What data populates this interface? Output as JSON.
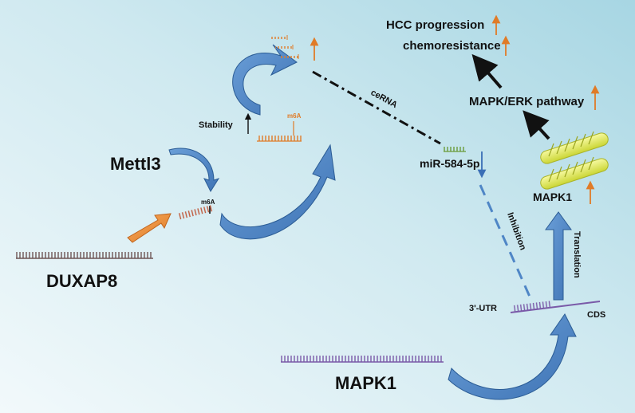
{
  "labels": {
    "hcc_progression": "HCC progression",
    "chemoresistance": "chemoresistance",
    "mapk_erk_pathway": "MAPK/ERK pathway",
    "cerna": "ceRNA",
    "stability": "Stability",
    "m6a_top": "m6A",
    "m6a_mid": "m6A",
    "mettl3": "Mettl3",
    "mir": "miR-584-5p",
    "inhibition": "Inhibition",
    "translation": "Translation",
    "mapk1_protein": "MAPK1",
    "duxap8": "DUXAP8",
    "utr": "3'-UTR",
    "cds": "CDS",
    "mapk1_mrna": "MAPK1"
  },
  "colors": {
    "background_light": "#eaf5f8",
    "background_dark": "#a9d8e4",
    "arrow_blue": "#4f86c6",
    "arrow_blue_dark": "#2b5c95",
    "up_arrow_orange": "#e07b27",
    "orange_arrow": "#f0903a",
    "duxap8_rna": "#7d5f5f",
    "m6a_rna": "#c55a3a",
    "mirna_green": "#6a9b3a",
    "mapk1_mrna": "#7a5aa8",
    "protein_yellow": "#e7ef5a",
    "down_arrow_blue": "#3b6fb6"
  },
  "icons": [
    "up-arrow-icon",
    "down-arrow-icon",
    "curved-arrow-icon",
    "helix-protein-icon",
    "rna-strand-icon"
  ]
}
